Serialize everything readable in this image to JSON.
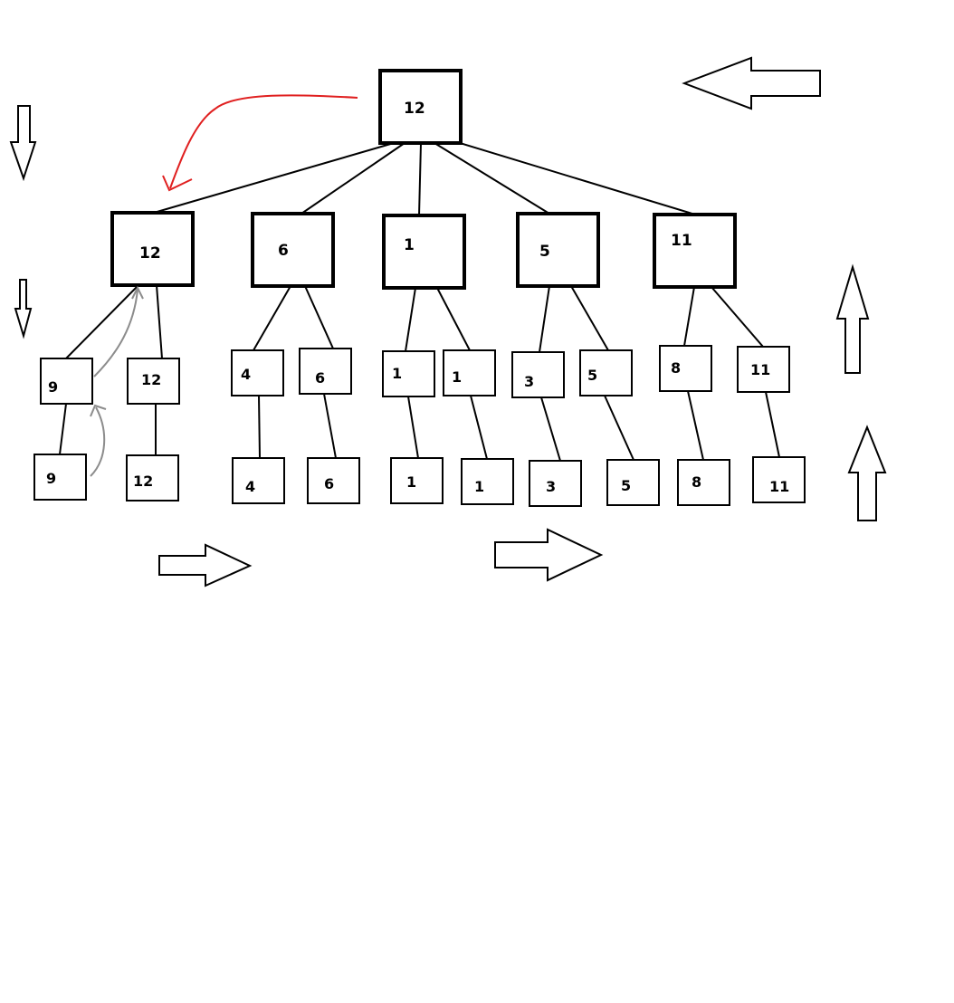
{
  "tree": {
    "root": {
      "id": "r",
      "value": "12"
    },
    "level1": [
      {
        "id": "a",
        "value": "12"
      },
      {
        "id": "b",
        "value": "6"
      },
      {
        "id": "c",
        "value": "1"
      },
      {
        "id": "d",
        "value": "5"
      },
      {
        "id": "e",
        "value": "11"
      }
    ],
    "level2": [
      {
        "id": "a1",
        "parent": "a",
        "value": "9"
      },
      {
        "id": "a2",
        "parent": "a",
        "value": "12"
      },
      {
        "id": "b1",
        "parent": "b",
        "value": "4"
      },
      {
        "id": "b2",
        "parent": "b",
        "value": "6"
      },
      {
        "id": "c1",
        "parent": "c",
        "value": "1"
      },
      {
        "id": "c2",
        "parent": "c",
        "value": "1"
      },
      {
        "id": "d1",
        "parent": "d",
        "value": "3"
      },
      {
        "id": "d2",
        "parent": "d",
        "value": "5"
      },
      {
        "id": "e1",
        "parent": "e",
        "value": "8"
      },
      {
        "id": "e2",
        "parent": "e",
        "value": "11"
      }
    ],
    "level3": [
      {
        "id": "a1x",
        "parent": "a1",
        "value": "9"
      },
      {
        "id": "a2x",
        "parent": "a2",
        "value": "12"
      },
      {
        "id": "b1x",
        "parent": "b1",
        "value": "4"
      },
      {
        "id": "b2x",
        "parent": "b2",
        "value": "6"
      },
      {
        "id": "c1x",
        "parent": "c1",
        "value": "1"
      },
      {
        "id": "c2x",
        "parent": "c2",
        "value": "1"
      },
      {
        "id": "d1x",
        "parent": "d1",
        "value": "3"
      },
      {
        "id": "d2x",
        "parent": "d2",
        "value": "5"
      },
      {
        "id": "e1x",
        "parent": "e1",
        "value": "8"
      },
      {
        "id": "e2x",
        "parent": "e2",
        "value": "11"
      }
    ]
  },
  "direction_arrows": [
    {
      "id": "arrow-left-top",
      "direction": "left"
    },
    {
      "id": "arrow-down-top-left",
      "direction": "down"
    },
    {
      "id": "arrow-down-small-left",
      "direction": "down"
    },
    {
      "id": "arrow-up-right-upper",
      "direction": "up"
    },
    {
      "id": "arrow-up-right-lower",
      "direction": "up"
    },
    {
      "id": "arrow-right-bottom-left",
      "direction": "right"
    },
    {
      "id": "arrow-right-bottom-mid",
      "direction": "right"
    }
  ],
  "colors": {
    "stroke": "#000000",
    "highlight_arrow": "#e02020",
    "gray_arrow": "#8c8c8c",
    "background": "#ffffff"
  }
}
